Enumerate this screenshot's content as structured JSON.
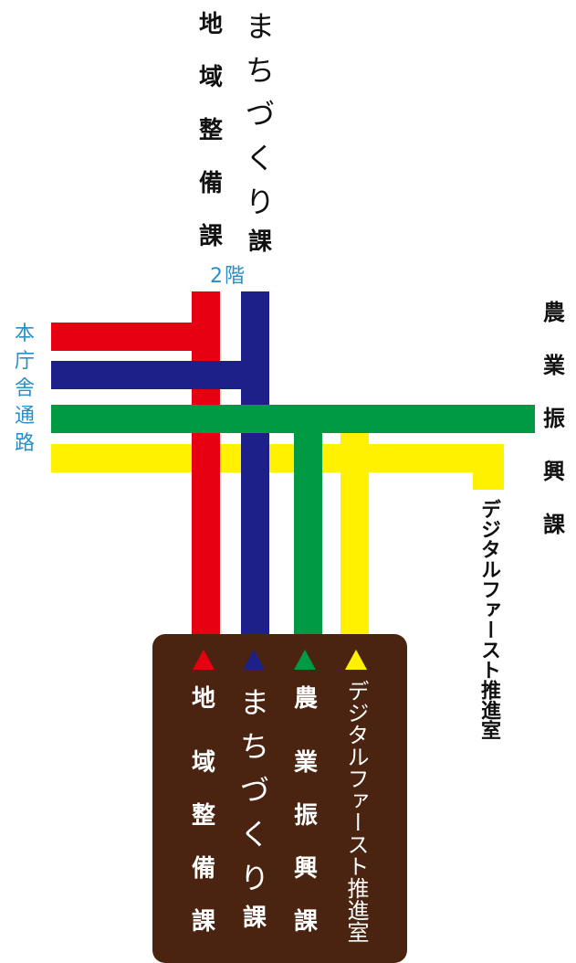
{
  "colors": {
    "red": "#e60012",
    "navy": "#1d2088",
    "green": "#009944",
    "yellow": "#fff100",
    "board": "#4a2410",
    "blue_text": "#2a8fc7"
  },
  "top_labels": {
    "chiiki": [
      "地",
      "域",
      "整",
      "備",
      "課"
    ],
    "machi": [
      "ま",
      "ち",
      "づ",
      "く",
      "り",
      "課"
    ],
    "floor": "2階"
  },
  "left_label": [
    "本",
    "庁",
    "舎",
    "通",
    "路"
  ],
  "right_label": [
    "農",
    "業",
    "振",
    "興",
    "課"
  ],
  "digital_label": "デジタルファースト推進室",
  "board": {
    "chiiki": [
      "地",
      "域",
      "整",
      "備",
      "課"
    ],
    "machi": [
      "ま",
      "ち",
      "づ",
      "く",
      "り",
      "課"
    ],
    "nogyo": [
      "農",
      "業",
      "振",
      "興",
      "課"
    ],
    "digital": "デジタルファースト推進室"
  }
}
